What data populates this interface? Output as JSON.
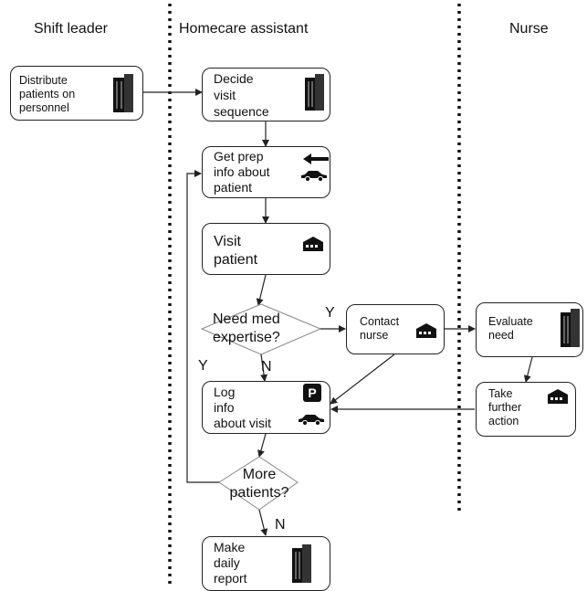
{
  "lanes": {
    "shift_leader": "Shift leader",
    "homecare_assistant": "Homecare assistant",
    "nurse": "Nurse"
  },
  "nodes": {
    "distribute": "Distribute\npatients on\npersonnel",
    "decide_sequence": "Decide\nvisit\nsequence",
    "get_prep_info": "Get prep\ninfo about\npatient",
    "visit_patient": "Visit\npatient",
    "need_med_expertise": "Need med\nexpertise?",
    "contact_nurse": "Contact\nnurse",
    "evaluate_need": "Evaluate\nneed",
    "take_further_action": "Take\nfurther\naction",
    "log_info": "Log\ninfo\nabout visit",
    "more_patients": "More\npatients?",
    "make_daily_report": "Make\ndaily\nreport"
  },
  "edge_labels": {
    "need_med_yes": "Y",
    "need_med_no": "N",
    "more_patients_yes": "Y",
    "more_patients_no": "N"
  },
  "icons": {
    "building": "building-icon",
    "house": "house-icon",
    "car": "car-icon",
    "back_arrow": "back-arrow-icon",
    "parking": "parking-icon",
    "parking_letter": "P"
  },
  "colors": {
    "line": "#222222",
    "icon": "#111111"
  }
}
